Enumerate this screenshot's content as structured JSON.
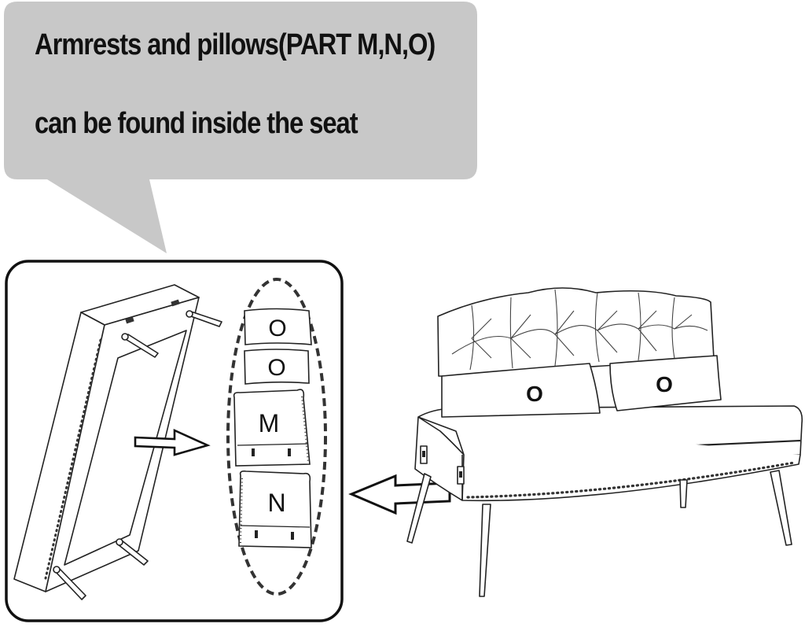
{
  "callout": {
    "line1": "Armrests and pillows(PART M,N,O)",
    "line2": "can be found inside the seat",
    "fill": "#c8c8c8"
  },
  "parts": {
    "pillow_top": "O",
    "pillow_second": "O",
    "armrest_m": "M",
    "armrest_n": "N"
  },
  "sofa": {
    "pillow_left": "O",
    "pillow_right": "O"
  },
  "icons": [
    "right-arrow-icon",
    "left-arrow-icon"
  ],
  "colors": {
    "line": "#222222",
    "background": "#ffffff"
  }
}
